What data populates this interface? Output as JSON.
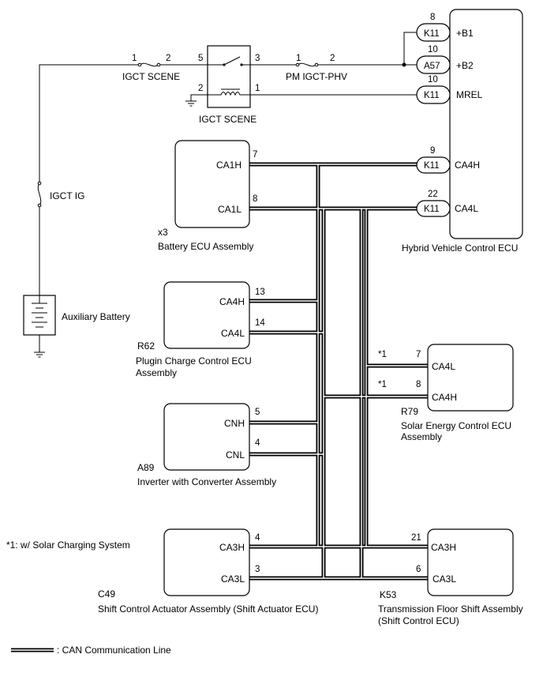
{
  "ecus": {
    "battery": {
      "code": "x3",
      "name": "Battery ECU Assembly",
      "pin_h_label": "CA1H",
      "pin_h_num": "7",
      "pin_l_label": "CA1L",
      "pin_l_num": "8"
    },
    "plugin": {
      "code": "R62",
      "name_line1": "Plugin Charge Control ECU",
      "name_line2": "Assembly",
      "pin_h_label": "CA4H",
      "pin_h_num": "13",
      "pin_l_label": "CA4L",
      "pin_l_num": "14"
    },
    "inverter": {
      "code": "A89",
      "name": "Inverter with Converter Assembly",
      "pin_h_label": "CNH",
      "pin_h_num": "5",
      "pin_l_label": "CNL",
      "pin_l_num": "4"
    },
    "shift_actuator": {
      "code": "C49",
      "name": "Shift Control Actuator Assembly (Shift Actuator ECU)",
      "pin_h_label": "CA3H",
      "pin_h_num": "4",
      "pin_l_label": "CA3L",
      "pin_l_num": "3"
    },
    "hybrid": {
      "name": "Hybrid Vehicle Control ECU",
      "pins": [
        {
          "conn": "K11",
          "num": "8",
          "label": "+B1"
        },
        {
          "conn": "A57",
          "num": "10",
          "label": "+B2"
        },
        {
          "conn": "K11",
          "num": "10",
          "label": "MREL"
        },
        {
          "conn": "K11",
          "num": "9",
          "label": "CA4H"
        },
        {
          "conn": "K11",
          "num": "22",
          "label": "CA4L"
        }
      ]
    },
    "solar": {
      "code": "R79",
      "name_line1": "Solar Energy Control ECU",
      "name_line2": "Assembly",
      "pin_l_label": "CA4L",
      "pin_l_num": "7",
      "pin_h_label": "CA4H",
      "pin_h_num": "8",
      "note_l": "*1",
      "note_h": "*1"
    },
    "transmission": {
      "code": "K53",
      "name_line1": "Transmission Floor Shift Assembly",
      "name_line2": "(Shift Control ECU)",
      "pin_h_label": "CA3H",
      "pin_h_num": "21",
      "pin_l_label": "CA3L",
      "pin_l_num": "6"
    }
  },
  "power": {
    "fuse_igct_scene": "IGCT SCENE",
    "fuse_igct_scene_pin_a": "1",
    "fuse_igct_scene_pin_b": "2",
    "relay_label": "IGCT SCENE",
    "relay_pin_5": "5",
    "relay_pin_3": "3",
    "relay_pin_2": "2",
    "relay_pin_1": "1",
    "fuse_pm": "PM IGCT-PHV",
    "fuse_pm_pin_a": "1",
    "fuse_pm_pin_b": "2",
    "fuse_igct_ig": "IGCT IG",
    "battery_label": "Auxiliary Battery"
  },
  "notes": {
    "solar_note": "*1: w/ Solar Charging System",
    "legend_label": ": CAN Communication Line"
  }
}
